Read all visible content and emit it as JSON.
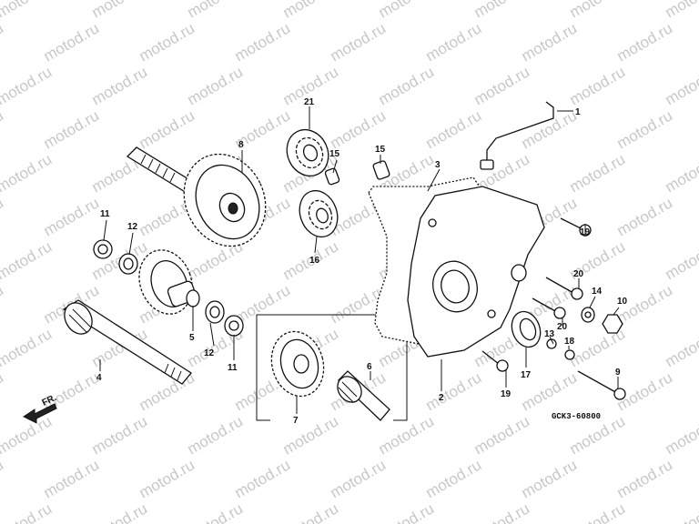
{
  "watermark": "motod.ru",
  "diagram_code": "GCK3-60800",
  "direction_label": "FR.",
  "callouts": [
    "1",
    "2",
    "3",
    "4",
    "5",
    "6",
    "7",
    "8",
    "9",
    "10",
    "11",
    "12",
    "13",
    "14",
    "15",
    "16",
    "17",
    "18",
    "19",
    "20",
    "21"
  ],
  "colors": {
    "ink": "#111111",
    "watermark": "#c8c8c8",
    "background": "#ffffff"
  }
}
